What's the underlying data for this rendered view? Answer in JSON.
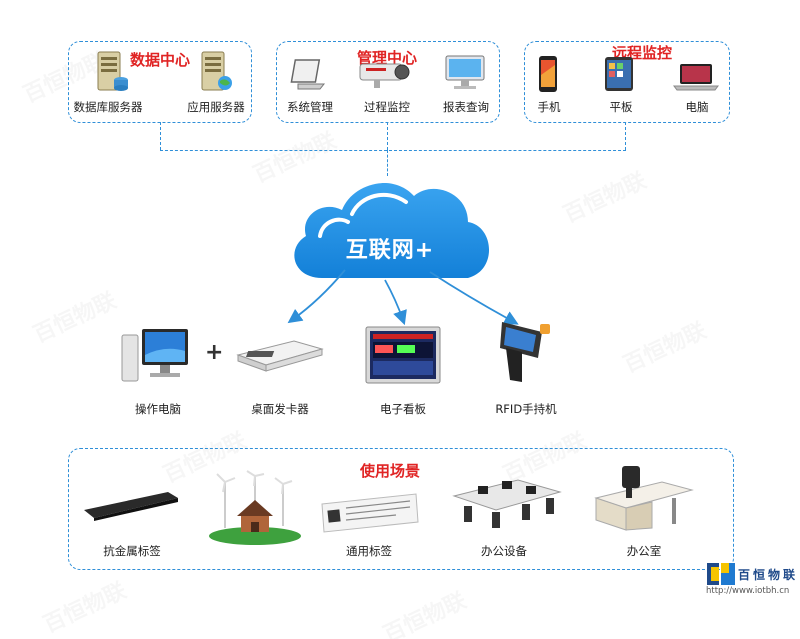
{
  "top_panels": {
    "data_center": {
      "title": "数据中心",
      "items": [
        "数据库服务器",
        "应用服务器"
      ]
    },
    "management_center": {
      "title": "管理中心",
      "items": [
        "系统管理",
        "过程监控",
        "报表查询"
      ]
    },
    "remote_monitoring": {
      "title": "远程监控",
      "items": [
        "手机",
        "平板",
        "电脑"
      ]
    }
  },
  "cloud": {
    "label": "互联网+"
  },
  "devices": {
    "plus_sign": "+",
    "items": [
      "操作电脑",
      "桌面发卡器",
      "电子看板",
      "RFID手持机"
    ]
  },
  "scenarios": {
    "title": "使用场景",
    "items": [
      "抗金属标签",
      "通用标签",
      "办公设备",
      "办公室"
    ]
  },
  "logo": {
    "brand_name": "百恒物联",
    "url": "http://www.iotbh.cn"
  },
  "colors": {
    "accent_blue": "#2f8fd8",
    "title_red": "#e02424",
    "cloud_blue": "#1a8fe0"
  }
}
